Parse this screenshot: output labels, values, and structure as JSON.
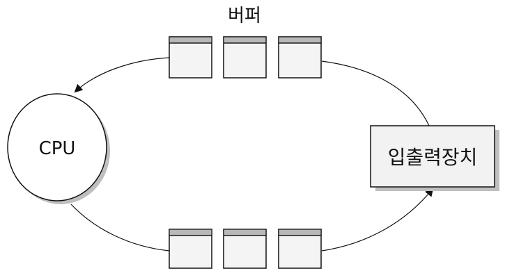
{
  "diagram": {
    "buffer_label": "버퍼",
    "cpu_label": "CPU",
    "device_label": "입출력장치",
    "top_buffer_count": 3,
    "bottom_buffer_count": 3
  },
  "colors": {
    "stroke": "#111111",
    "buffer_fill": "#f4f4f4",
    "buffer_header": "#b8b8b8",
    "device_fill": "#f2f2f2",
    "shadow": "#bfbfbf",
    "cpu_fill": "#ffffff"
  }
}
